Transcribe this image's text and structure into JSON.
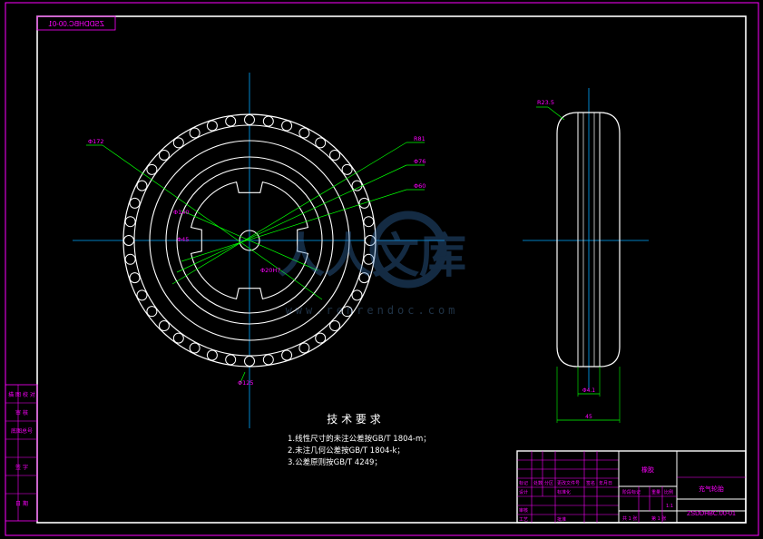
{
  "drawing_code_mirrored": "ZSDDHBC.00-01",
  "dims": {
    "d_outer": "Φ172",
    "d_inner_left": "Φ140",
    "d_hub_left": "Φ45",
    "d_bore": "Φ20H7",
    "d_bottom": "Φ125",
    "d_r1": "R81",
    "d_r2": "Φ76",
    "d_r3": "Φ60",
    "side_radius": "R23.5",
    "side_inner_width": "Φ4.1",
    "side_width": "45"
  },
  "tech": {
    "title": "技 术 要 求",
    "items": [
      "1.线性尺寸的未注公差按GB/T 1804-m；",
      "2.未注几何公差按GB/T 1804-k；",
      "3.公差原则按GB/T 4249；"
    ]
  },
  "title_block": {
    "material": "橡胶",
    "part_name": "充气轮胎",
    "drawing_code": "ZSDDHBC.00-01",
    "scale_header": "比例",
    "weight_header": "重量",
    "stage_header": "阶段标记",
    "scale_value": "1:1",
    "sheets_total": "共 1 张",
    "sheet_no": "第 1 张",
    "rev_headers": [
      "标记",
      "处数",
      "分区",
      "更改文件号",
      "签名",
      "年月日"
    ],
    "role_labels": [
      "设计",
      "审核",
      "工艺"
    ],
    "std_label": "标准化",
    "approve_label": "批准"
  },
  "side_labels": [
    "描 图 校 对",
    "审 核",
    "底图总号",
    "签 字",
    "日 期"
  ],
  "watermark": {
    "brand": "人人文库",
    "url": "www.renrendoc.com"
  }
}
